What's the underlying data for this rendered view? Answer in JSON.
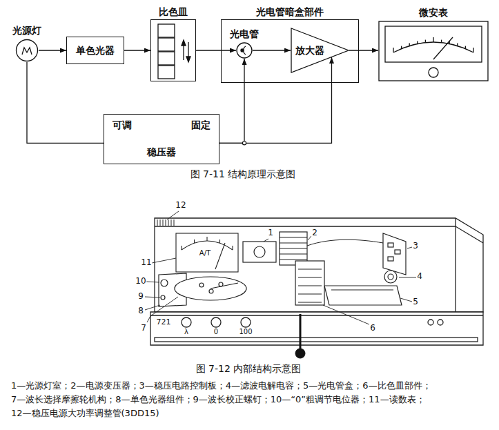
{
  "diagram": {
    "nodes": [
      {
        "text": [
          "光源灯"
        ]
      },
      {
        "text": [
          "单色光器"
        ]
      },
      {
        "text": [
          "比色皿"
        ]
      },
      {
        "text": [
          "光电管暗盒部件"
        ]
      },
      {
        "text": [
          "光电管"
        ],
        "in": 3
      },
      {
        "text": [
          "放大器"
        ],
        "in": 3
      },
      {
        "text": [
          "微安表"
        ]
      },
      {
        "text": [
          "可调",
          "固定",
          "稳压器"
        ]
      }
    ],
    "edges": [
      {
        "from": 0,
        "to": 1,
        "arrow": "to"
      },
      {
        "from": 1,
        "to": 2,
        "arrow": "to"
      },
      {
        "from": 2,
        "to": 4,
        "arrow": "to"
      },
      {
        "from": 4,
        "to": 5,
        "arrow": "to"
      },
      {
        "from": 5,
        "to": 6,
        "arrow": "to"
      },
      {
        "from": 7,
        "to": 0,
        "arrow": "none"
      },
      {
        "from": 7,
        "to": 4,
        "arrow": "to"
      },
      {
        "from": 7,
        "to": 5,
        "arrow": "to"
      }
    ],
    "labels": [
      "图 7-11 结构原理示意图",
      "12",
      "1",
      "2",
      "3",
      "A/T",
      "11",
      "4",
      "10",
      "9",
      "5",
      "8",
      "721",
      "λ",
      "0",
      "100",
      "7",
      "6",
      "图 7-12 内部结构示意图",
      "1—光源灯室；2—电源变压器；3—稳压电路控制板；4—滤波电解电容；5—光电管盒；6—比色皿部件；",
      "7—波长选择摩擦轮机构；8—单色光器组件；9—波长校正螺钉；10—“0”粗调节电位器；11—读数表；",
      "12—稳压电源大功率调整管(3DD15)"
    ]
  }
}
